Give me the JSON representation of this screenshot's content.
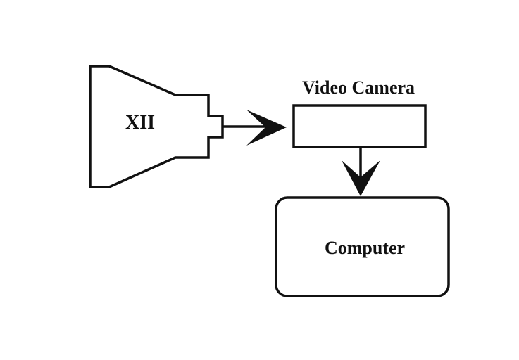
{
  "diagram": {
    "nodes": {
      "xii": {
        "label": "XII"
      },
      "camera": {
        "label": "Video Camera"
      },
      "computer": {
        "label": "Computer"
      }
    },
    "edges": [
      {
        "from": "xii",
        "to": "camera"
      },
      {
        "from": "camera",
        "to": "computer"
      }
    ],
    "colors": {
      "stroke": "#111111",
      "background": "#ffffff"
    }
  }
}
